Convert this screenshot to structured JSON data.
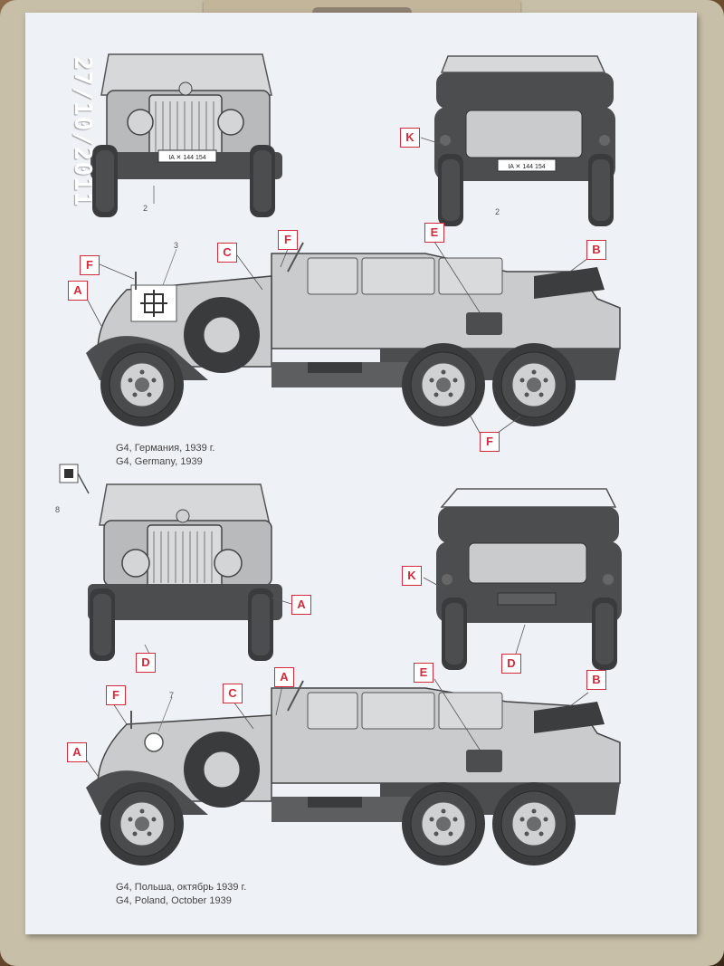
{
  "date_stamp": "27/10/2011",
  "captions": {
    "top": {
      "ru": "G4, Германия, 1939 г.",
      "en": "G4, Germany, 1939"
    },
    "bottom": {
      "ru": "G4, Польша, октябрь 1939 г.",
      "en": "G4, Poland, October 1939"
    }
  },
  "plates": {
    "top_front": "IA ✕ 144 154",
    "top_rear": "IA ✕ 144 154"
  },
  "numbers": {
    "n2_front": "2",
    "n2_rear": "2",
    "n3": "3",
    "n7": "7",
    "n8": "8"
  },
  "markers": {
    "k_top": "K",
    "a_top": "A",
    "f_top_left": "F",
    "c_top": "C",
    "f_top_roof": "F",
    "e_top": "E",
    "b_top": "B",
    "f_top_wheel": "F",
    "k_bottom": "K",
    "a_bottom_front": "A",
    "d_bottom_front": "D",
    "d_bottom_rear": "D",
    "a_bottom_roof": "A",
    "e_bottom": "E",
    "b_bottom": "B",
    "f_bottom": "F",
    "c_bottom": "C",
    "a_bottom_left": "A"
  },
  "colors": {
    "marker": "#d22c3c",
    "vehicle_light": "#c9cbcc",
    "vehicle_dark": "#4b4d4f",
    "tire": "#3a3b3c"
  }
}
